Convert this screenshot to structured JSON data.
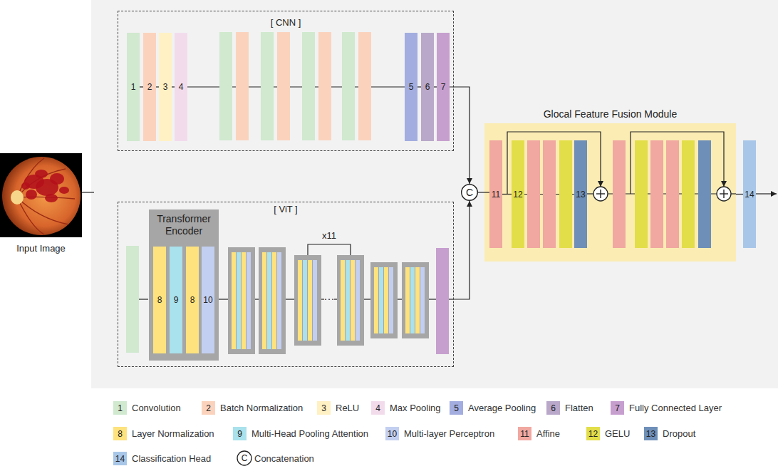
{
  "diagram": {
    "nodes": [
      {
        "text": [
          "Input Image"
        ]
      },
      {
        "text": [
          "[ CNN ]"
        ]
      },
      {
        "text": [
          "1"
        ],
        "in": 1
      },
      {
        "text": [
          "2"
        ],
        "in": 1
      },
      {
        "text": [
          "3"
        ],
        "in": 1
      },
      {
        "text": [
          "4"
        ],
        "in": 1
      },
      {
        "text": [
          "5"
        ],
        "in": 1
      },
      {
        "text": [
          "6"
        ],
        "in": 1
      },
      {
        "text": [
          "7"
        ],
        "in": 1
      },
      {
        "text": [
          "[ ViT ]"
        ]
      },
      {
        "text": [
          "Transformer Encoder"
        ],
        "in": 9
      },
      {
        "text": [
          "8"
        ],
        "in": 10
      },
      {
        "text": [
          "9"
        ],
        "in": 10
      },
      {
        "text": [
          "8"
        ],
        "in": 10
      },
      {
        "text": [
          "10"
        ],
        "in": 10
      },
      {
        "text": [
          "C"
        ]
      },
      {
        "text": [
          "Glocal Feature Fusion Module"
        ]
      },
      {
        "text": [
          "11"
        ],
        "in": 16
      },
      {
        "text": [
          "12"
        ],
        "in": 16
      },
      {
        "text": [
          "13"
        ],
        "in": 16
      },
      {
        "text": [
          "14"
        ]
      }
    ],
    "edges": [
      {
        "from": 2,
        "to": 3,
        "arrow": "none"
      },
      {
        "from": 3,
        "to": 4,
        "arrow": "none"
      },
      {
        "from": 4,
        "to": 5,
        "arrow": "none"
      },
      {
        "from": 5,
        "to": 6,
        "arrow": "none"
      },
      {
        "from": 6,
        "to": 7,
        "arrow": "none"
      },
      {
        "from": 7,
        "to": 8,
        "arrow": "none"
      },
      {
        "from": 8,
        "to": 15,
        "arrow": "to"
      },
      {
        "from": 9,
        "to": 15,
        "arrow": "to"
      },
      {
        "from": 15,
        "to": 17,
        "arrow": "none"
      },
      {
        "from": 17,
        "to": 18,
        "arrow": "none"
      },
      {
        "from": 18,
        "to": 19,
        "arrow": "none"
      },
      {
        "from": 16,
        "to": 20,
        "arrow": "none"
      }
    ],
    "labels": [
      "x11",
      "···",
      "1",
      "2",
      "3",
      "4",
      "5",
      "6",
      "7",
      "8",
      "9",
      "10",
      "11",
      "12",
      "13",
      "14",
      "C"
    ],
    "legend": [
      {
        "text": "Convolution",
        "color": "#d0e9cf"
      },
      {
        "text": "Batch Normalization",
        "color": "#fbd3bd"
      },
      {
        "text": "ReLU",
        "color": "#fff1c4"
      },
      {
        "text": "Max Pooling",
        "color": "#f2dcec"
      },
      {
        "text": "Average Pooling",
        "color": "#a3addf"
      },
      {
        "text": "Flatten",
        "color": "#b9a8c9"
      },
      {
        "text": "Fully Connected Layer",
        "color": "#c79fcf"
      },
      {
        "text": "Layer Normalization",
        "color": "#fde27d"
      },
      {
        "text": "Multi-Head Pooling Attention",
        "color": "#a9e1ec"
      },
      {
        "text": "Multi-layer Perceptron",
        "color": "#c3cff0"
      },
      {
        "text": "Affine",
        "color": "#f0a8a0"
      },
      {
        "text": "GELU",
        "color": "#e2de49"
      },
      {
        "text": "Dropout",
        "color": "#6e8fb8"
      },
      {
        "text": "Classification Head",
        "color": "#a8c7e8"
      },
      {
        "text": "Concatenation"
      }
    ]
  }
}
